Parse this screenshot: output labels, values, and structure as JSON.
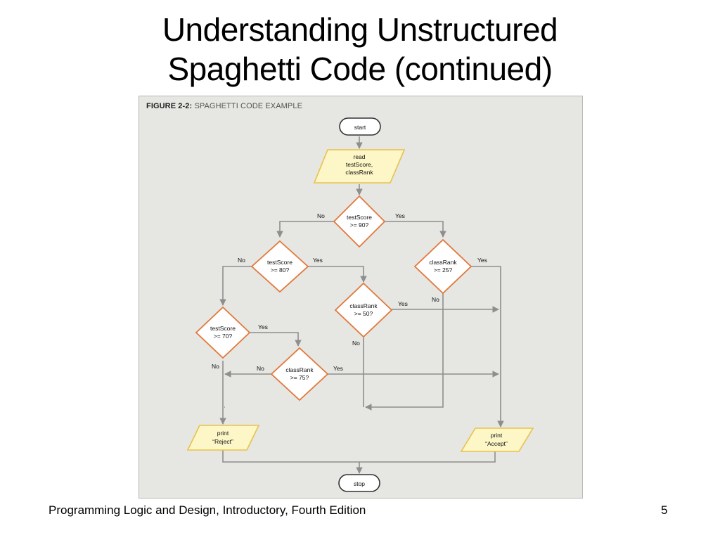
{
  "slide": {
    "title_line1": "Understanding Unstructured",
    "title_line2": "Spaghetti Code (continued)",
    "footer": "Programming Logic and Design, Introductory, Fourth Edition",
    "page_number": "5"
  },
  "figure": {
    "caption_label": "FIGURE 2-2:",
    "caption_text": "SPAGHETTI CODE EXAMPLE",
    "nodes": {
      "start": "start",
      "read": [
        "read",
        "testScore,",
        "classRank"
      ],
      "d_test90": [
        "testScore",
        ">= 90?"
      ],
      "d_test80": [
        "testScore",
        ">= 80?"
      ],
      "d_rank25": [
        "classRank",
        ">= 25?"
      ],
      "d_rank50": [
        "classRank",
        ">= 50?"
      ],
      "d_test70": [
        "testScore",
        ">= 70?"
      ],
      "d_rank75": [
        "classRank",
        ">= 75?"
      ],
      "print_reject": [
        "print",
        "“Reject”"
      ],
      "print_accept": [
        "print",
        "“Accept”"
      ],
      "stop": "stop"
    },
    "labels": {
      "yes": "Yes",
      "no": "No"
    },
    "colors": {
      "background": "#e6e6e3",
      "io_fill": "#fdf6c6",
      "io_stroke": "#e9c24a",
      "decision_stroke": "#e2783a",
      "terminal_stroke": "#333333",
      "line": "#8e8e8e"
    }
  }
}
